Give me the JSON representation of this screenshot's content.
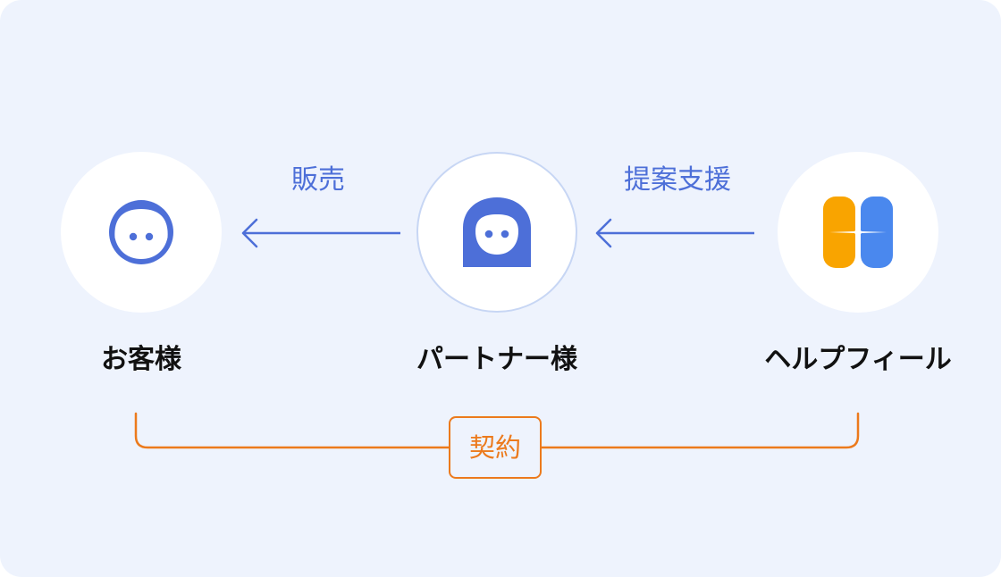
{
  "colors": {
    "panel_bg": "#eef3fd",
    "accent_blue": "#4d6fd8",
    "contract_orange": "#ec7a1c",
    "logo_orange": "#f9a400",
    "logo_blue": "#4a88ee",
    "partner_circle_border": "#c7d6f4"
  },
  "nodes": {
    "customer": {
      "label": "お客様",
      "icon": "boy-face-icon"
    },
    "partner": {
      "label": "パートナー様",
      "icon": "girl-face-icon"
    },
    "helpfeel": {
      "label": "ヘルプフィール",
      "icon": "helpfeel-logo-icon"
    }
  },
  "edges": {
    "sales": {
      "label": "販売"
    },
    "proposal_support": {
      "label": "提案支援"
    }
  },
  "contract": {
    "label": "契約"
  }
}
